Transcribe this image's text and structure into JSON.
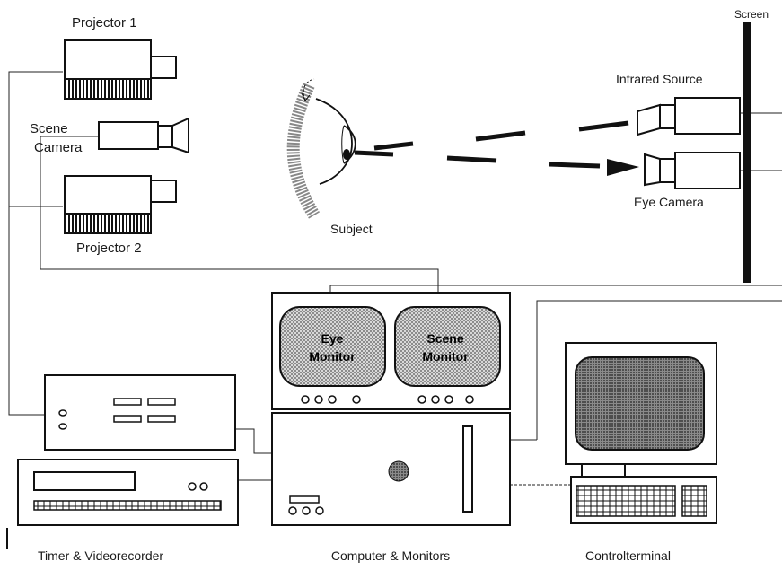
{
  "labels": {
    "projector1": "Projector 1",
    "scene_camera_line1": "Scene",
    "scene_camera_line2": "Camera",
    "projector2": "Projector 2",
    "subject": "Subject",
    "infrared_source": "Infrared Source",
    "eye_camera": "Eye Camera",
    "screen": "Screen",
    "eye_monitor_line1": "Eye",
    "eye_monitor_line2": "Monitor",
    "scene_monitor_line1": "Scene",
    "scene_monitor_line2": "Monitor",
    "timer_videorecorder": "Timer & Videorecorder",
    "computer_monitors": "Computer & Monitors",
    "control_terminal": "Controlterminal"
  },
  "colors": {
    "ink": "#111111",
    "background": "#ffffff",
    "screen_stipple": "#6e6e6e"
  },
  "icons": [
    "projector-icon",
    "camera-icon",
    "eye-icon",
    "infrared-source-icon",
    "eye-camera-icon",
    "monitor-icon",
    "computer-icon",
    "recorder-icon",
    "terminal-icon",
    "keyboard-icon"
  ]
}
